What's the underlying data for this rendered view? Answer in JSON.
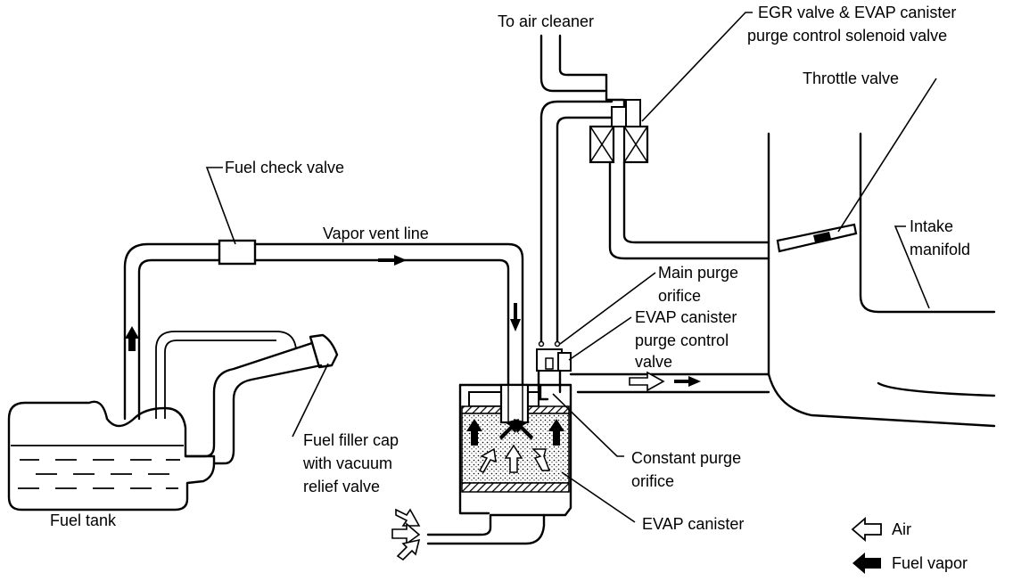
{
  "labels": {
    "to_air_cleaner": "To air cleaner",
    "egr_line1": "EGR valve & EVAP canister",
    "egr_line2": "purge control solenoid valve",
    "throttle_valve": "Throttle valve",
    "intake_line1": "Intake",
    "intake_line2": "manifold",
    "fuel_check_valve": "Fuel check valve",
    "vapor_vent_line": "Vapor vent line",
    "main_purge_line1": "Main purge",
    "main_purge_line2": "orifice",
    "purge_ctrl_line1": "EVAP canister",
    "purge_ctrl_line2": "purge control",
    "purge_ctrl_line3": "valve",
    "filler_line1": "Fuel filler cap",
    "filler_line2": "with vacuum",
    "filler_line3": "relief valve",
    "fuel_tank": "Fuel tank",
    "constant_purge_line1": "Constant purge",
    "constant_purge_line2": "orifice",
    "evap_canister": "EVAP canister"
  },
  "legend": {
    "air": "Air",
    "fuel_vapor": "Fuel vapor"
  }
}
